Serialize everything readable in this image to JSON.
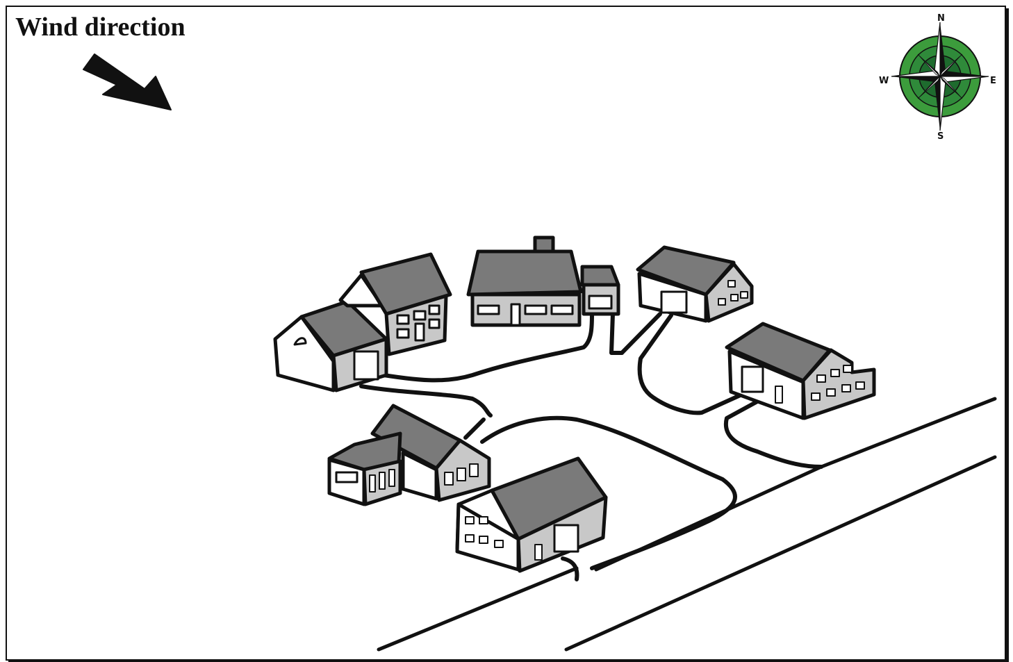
{
  "title": "Wind direction",
  "compass": {
    "north": "N",
    "south": "S",
    "east": "E",
    "west": "W"
  },
  "colors": {
    "roof": "#7a7a7a",
    "wall_shade": "#c8c8c8",
    "wall_light": "#ffffff",
    "outline": "#111111",
    "compass_outer": "#3a9a3a",
    "compass_inner": "#1e6b2e"
  }
}
